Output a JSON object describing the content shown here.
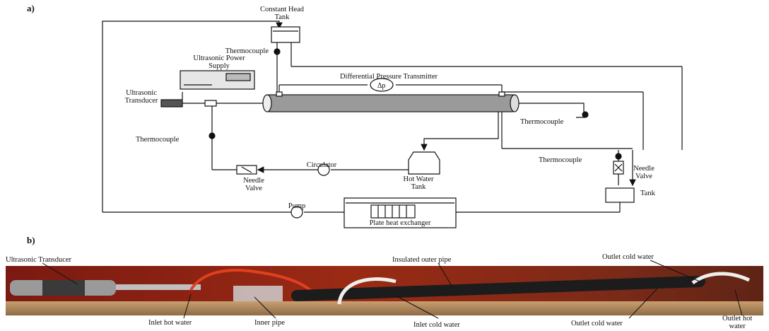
{
  "panel_a": {
    "label": "a)",
    "constant_head_tank": "Constant Head",
    "constant_head_tank_2": "Tank",
    "thermocouple_top": "Thermocouple",
    "ultrasonic_power_supply_1": "Ultrasonic Power",
    "ultrasonic_power_supply_2": "Supply",
    "ultrasonic_transducer_1": "Ultrasonic",
    "ultrasonic_transducer_2": "Transducer",
    "differential_pressure_transmitter": "Differential Pressure Transmitter",
    "delta_p": "Δp",
    "thermocouple_right": "Thermocouple",
    "thermocouple_left": "Thermocouple",
    "thermocouple_bottom_right": "Thermocouple",
    "needle_valve_right_1": "Needle",
    "needle_valve_right_2": "Valve",
    "circulator": "Circulator",
    "hot_water_tank_1": "Hot Water",
    "hot_water_tank_2": "Tank",
    "needle_valve_left_1": "Needle",
    "needle_valve_left_2": "Valve",
    "tank": "Tank",
    "pump": "Pump",
    "plate_heat_exchanger": "Plate heat exchanger"
  },
  "panel_b": {
    "label": "b)",
    "ultrasonic_transducer": "Ultrasonic Transducer",
    "insulated_outer_pipe": "Insulated outer pipe",
    "outlet_cold_water_top": "Outlet cold water",
    "inlet_hot_water": "Inlet hot water",
    "inner_pipe": "Inner pipe",
    "inlet_cold_water": "Inlet cold water",
    "outlet_cold_water_bottom": "Outlet cold water",
    "outlet_hot_water_1": "Outlet hot",
    "outlet_hot_water_2": "water"
  }
}
